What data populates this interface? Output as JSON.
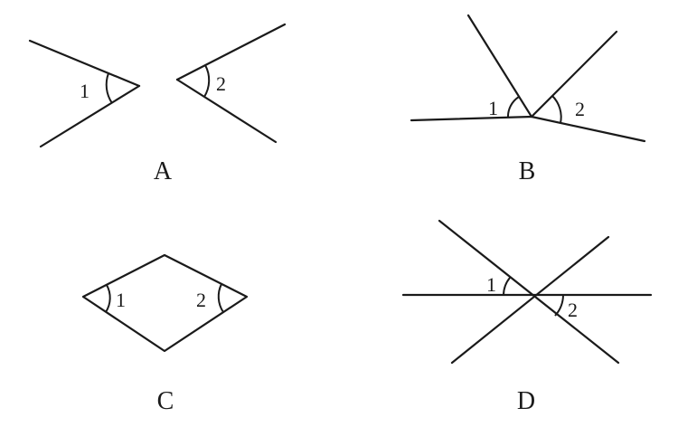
{
  "panels": {
    "a": {
      "label": "A",
      "angle1": "1",
      "angle2": "2"
    },
    "b": {
      "label": "B",
      "angle1": "1",
      "angle2": "2"
    },
    "c": {
      "label": "C",
      "angle1": "1",
      "angle2": "2"
    },
    "d": {
      "label": "D",
      "angle1": "1",
      "angle2": "2"
    }
  },
  "colors": {
    "ink": "#1a1a1a",
    "background": "#ffffff"
  }
}
